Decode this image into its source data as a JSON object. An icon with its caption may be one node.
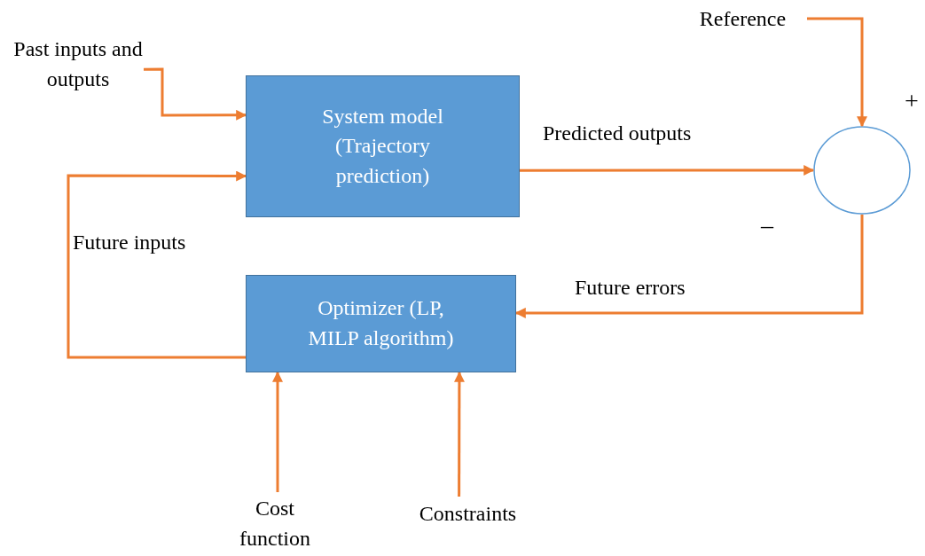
{
  "diagram": {
    "nodes": [
      {
        "text": [
          "Past inputs and outputs"
        ]
      },
      {
        "text": [
          "System model (Trajectory prediction)"
        ]
      },
      {
        "text": [
          "Reference"
        ]
      },
      {
        "text": [],
        "shape": "circle"
      },
      {
        "text": [
          "Optimizer (LP, MILP algorithm)"
        ]
      },
      {
        "text": [
          "Cost function"
        ]
      },
      {
        "text": [
          "Constraints"
        ]
      }
    ],
    "edges": [
      {
        "from": 0,
        "to": 1,
        "arrow": "to"
      },
      {
        "from": 2,
        "to": 3,
        "arrow": "to"
      },
      {
        "from": 1,
        "to": 3,
        "arrow": "to",
        "label": "Predicted outputs"
      },
      {
        "from": 3,
        "to": 4,
        "arrow": "to",
        "label": "Future errors"
      },
      {
        "from": 4,
        "to": 1,
        "arrow": "to",
        "label": "Future inputs"
      },
      {
        "from": 5,
        "to": 4,
        "arrow": "to"
      },
      {
        "from": 6,
        "to": 4,
        "arrow": "to"
      }
    ],
    "labels": [
      "+",
      "–"
    ]
  }
}
